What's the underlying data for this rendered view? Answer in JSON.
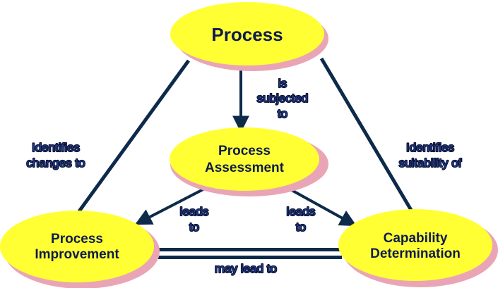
{
  "colors": {
    "node_fill": "#ffff33",
    "node_shadow": "#e9a5b6",
    "edge": "#0d2a4a",
    "text": "#0d1b4c"
  },
  "nodes": {
    "process": "Process",
    "assessment": [
      "Process",
      "Assessment"
    ],
    "improvement": [
      "Process",
      "Improvement"
    ],
    "capability": [
      "Capability",
      "Determination"
    ]
  },
  "edges": {
    "subjected": [
      "is",
      "subjected",
      "to"
    ],
    "identifies_changes": [
      "Identifies",
      "changes to"
    ],
    "identifies_suitability": [
      "Identifies",
      "suitability of"
    ],
    "leads_left": [
      "leads",
      "to"
    ],
    "leads_right": [
      "leads",
      "to"
    ],
    "may_lead": "may lead to"
  }
}
